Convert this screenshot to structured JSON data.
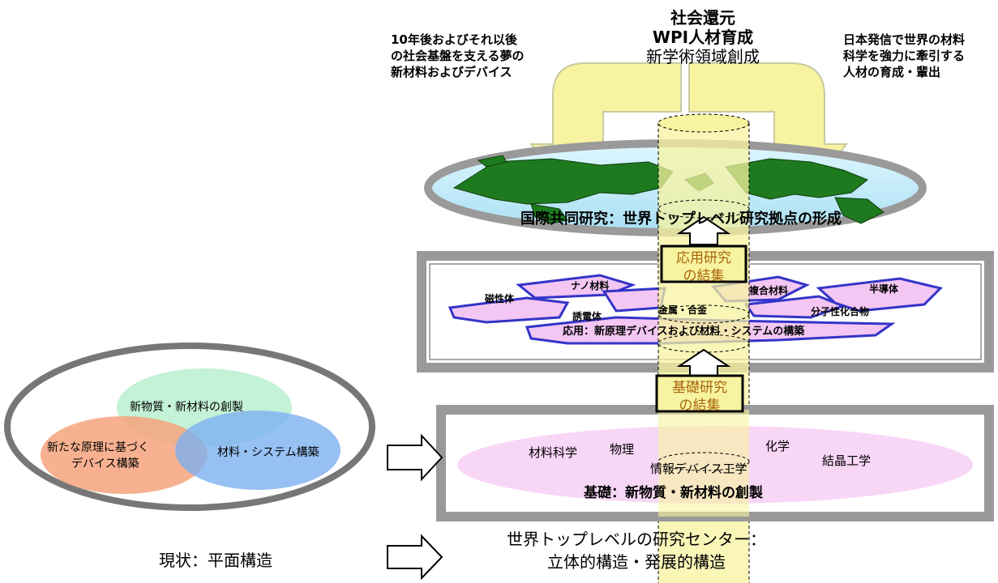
{
  "top": {
    "line1": "社会還元",
    "line2": "WPI人材育成",
    "line3": "新学術領域創成"
  },
  "top_left_note": [
    "10年後およびそれ以後",
    "の社会基盤を支える夢の",
    "新材料およびデバイス"
  ],
  "top_right_note": [
    "日本発信で世界の材料",
    "科学を強力に牽引する",
    "人材の育成・輩出"
  ],
  "global_layer": {
    "caption": "国際共同研究：世界トップレベル研究拠点の形成"
  },
  "applied_box": {
    "line1": "応用研究",
    "line2": "の結集"
  },
  "middle_layer": {
    "pieces": [
      "磁性体",
      "ナノ材料",
      "複合材料",
      "半導体",
      "誘電体",
      "金属・合金",
      "分子性化合物"
    ],
    "caption": "応用：新原理デバイスおよび材料・システムの構築"
  },
  "basic_box": {
    "line1": "基礎研究",
    "line2": "の結集"
  },
  "base_layer": {
    "fields": [
      "材料科学",
      "物理",
      "化学",
      "情報デバイス工学",
      "結晶工学"
    ],
    "caption": "基礎：新物質・新材料の創製"
  },
  "venn": {
    "top": "新物質・新材料の創製",
    "left_line1": "新たな原理に基づく",
    "left_line2": "デバイス構築",
    "right": "材料・システム構築"
  },
  "bottom": {
    "current": "現状：平面構造",
    "future_line1": "世界トップレベルの研究センター：",
    "future_line2": "立体的構造・発展的構造"
  },
  "colors": {
    "arrow_yellow": "#f7f3a0",
    "ocean": "#ccefff",
    "land": "#1e7a1e",
    "ring_gray": "#9a9a9a",
    "puzzle_pink": "#f3c6f3",
    "puzzle_blue": "#4a4ad8",
    "venn_green": "#b9f0cf",
    "venn_orange": "#f6a37c",
    "venn_blue": "#7db0f0"
  }
}
